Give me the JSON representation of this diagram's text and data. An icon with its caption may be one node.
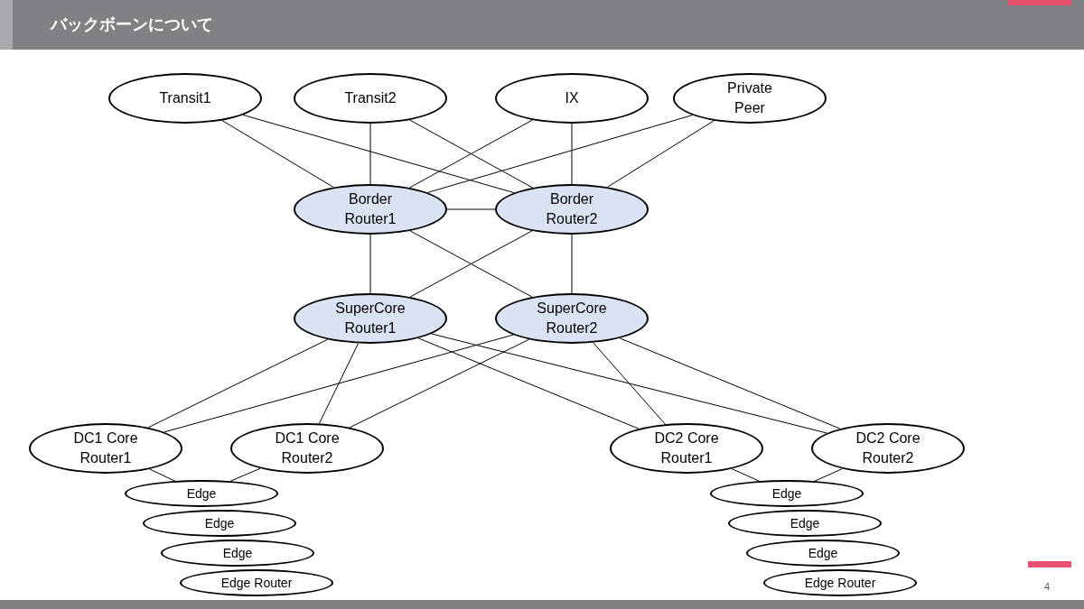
{
  "diagram": {
    "title": "バックボーンについて",
    "nodes": [
      {
        "text": [
          "Transit1"
        ]
      },
      {
        "text": [
          "Transit2"
        ]
      },
      {
        "text": [
          "IX"
        ]
      },
      {
        "text": [
          "Private Peer"
        ]
      },
      {
        "text": [
          "Border Router1"
        ]
      },
      {
        "text": [
          "Border Router2"
        ]
      },
      {
        "text": [
          "SuperCore Router1"
        ]
      },
      {
        "text": [
          "SuperCore Router2"
        ]
      },
      {
        "text": [
          "DC1 Core Router1"
        ]
      },
      {
        "text": [
          "DC1 Core Router2"
        ]
      },
      {
        "text": [
          "DC2 Core Router1"
        ]
      },
      {
        "text": [
          "DC2 Core Router2"
        ]
      },
      {
        "text": [
          "Edge"
        ]
      },
      {
        "text": [
          "Edge"
        ]
      },
      {
        "text": [
          "Edge"
        ]
      },
      {
        "text": [
          "Edge Router"
        ]
      },
      {
        "text": [
          "Edge"
        ]
      },
      {
        "text": [
          "Edge"
        ]
      },
      {
        "text": [
          "Edge"
        ]
      },
      {
        "text": [
          "Edge Router"
        ]
      }
    ],
    "edges": [
      {
        "from": 0,
        "to": 4,
        "arrow": "none"
      },
      {
        "from": 0,
        "to": 5,
        "arrow": "none"
      },
      {
        "from": 1,
        "to": 4,
        "arrow": "none"
      },
      {
        "from": 1,
        "to": 5,
        "arrow": "none"
      },
      {
        "from": 2,
        "to": 4,
        "arrow": "none"
      },
      {
        "from": 2,
        "to": 5,
        "arrow": "none"
      },
      {
        "from": 3,
        "to": 4,
        "arrow": "none"
      },
      {
        "from": 3,
        "to": 5,
        "arrow": "none"
      },
      {
        "from": 4,
        "to": 5,
        "arrow": "none"
      },
      {
        "from": 4,
        "to": 6,
        "arrow": "none"
      },
      {
        "from": 4,
        "to": 7,
        "arrow": "none"
      },
      {
        "from": 5,
        "to": 6,
        "arrow": "none"
      },
      {
        "from": 5,
        "to": 7,
        "arrow": "none"
      },
      {
        "from": 6,
        "to": 8,
        "arrow": "none"
      },
      {
        "from": 6,
        "to": 9,
        "arrow": "none"
      },
      {
        "from": 6,
        "to": 10,
        "arrow": "none"
      },
      {
        "from": 6,
        "to": 11,
        "arrow": "none"
      },
      {
        "from": 7,
        "to": 8,
        "arrow": "none"
      },
      {
        "from": 7,
        "to": 9,
        "arrow": "none"
      },
      {
        "from": 7,
        "to": 10,
        "arrow": "none"
      },
      {
        "from": 7,
        "to": 11,
        "arrow": "none"
      },
      {
        "from": 8,
        "to": 12,
        "arrow": "none"
      },
      {
        "from": 9,
        "to": 12,
        "arrow": "none"
      },
      {
        "from": 10,
        "to": 16,
        "arrow": "none"
      },
      {
        "from": 11,
        "to": 16,
        "arrow": "none"
      }
    ],
    "labels": [
      "4"
    ]
  }
}
